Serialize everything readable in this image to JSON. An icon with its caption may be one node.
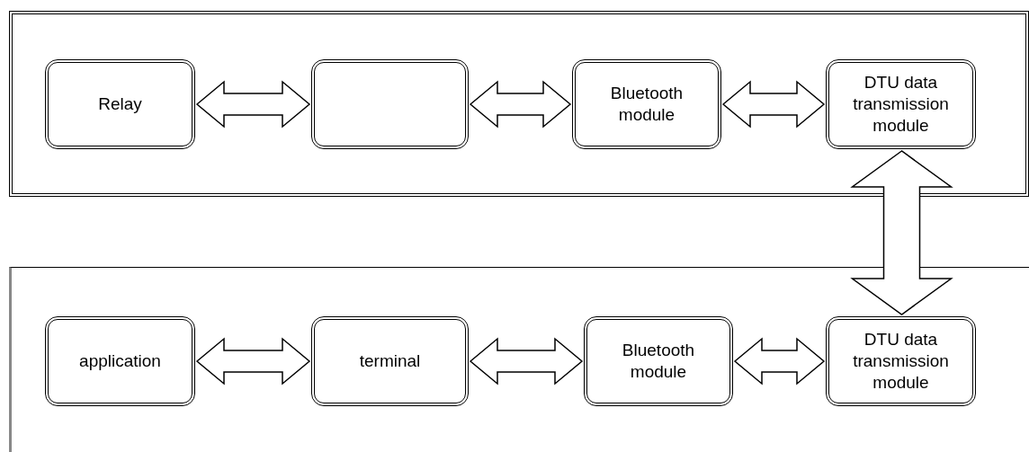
{
  "diagram": {
    "nodes": [
      {
        "text": [],
        "shape": "box"
      },
      {
        "text": [
          "Relay"
        ],
        "in": 0
      },
      {
        "text": [],
        "shape": "box",
        "in": 0
      },
      {
        "text": [
          "Bluetooth module"
        ],
        "in": 0
      },
      {
        "text": [
          "DTU data transmission module"
        ],
        "in": 0
      },
      {
        "text": [],
        "shape": "box"
      },
      {
        "text": [
          "application"
        ],
        "in": 5
      },
      {
        "text": [
          "terminal"
        ],
        "in": 5
      },
      {
        "text": [
          "Bluetooth module"
        ],
        "in": 5
      },
      {
        "text": [
          "DTU data transmission module"
        ],
        "in": 5
      }
    ],
    "edges": [
      {
        "from": 1,
        "to": 2,
        "arrow": "both"
      },
      {
        "from": 2,
        "to": 3,
        "arrow": "both"
      },
      {
        "from": 3,
        "to": 4,
        "arrow": "both"
      },
      {
        "from": 4,
        "to": 9,
        "arrow": "both"
      },
      {
        "from": 6,
        "to": 7,
        "arrow": "both"
      },
      {
        "from": 7,
        "to": 8,
        "arrow": "both"
      },
      {
        "from": 8,
        "to": 9,
        "arrow": "both"
      }
    ]
  }
}
